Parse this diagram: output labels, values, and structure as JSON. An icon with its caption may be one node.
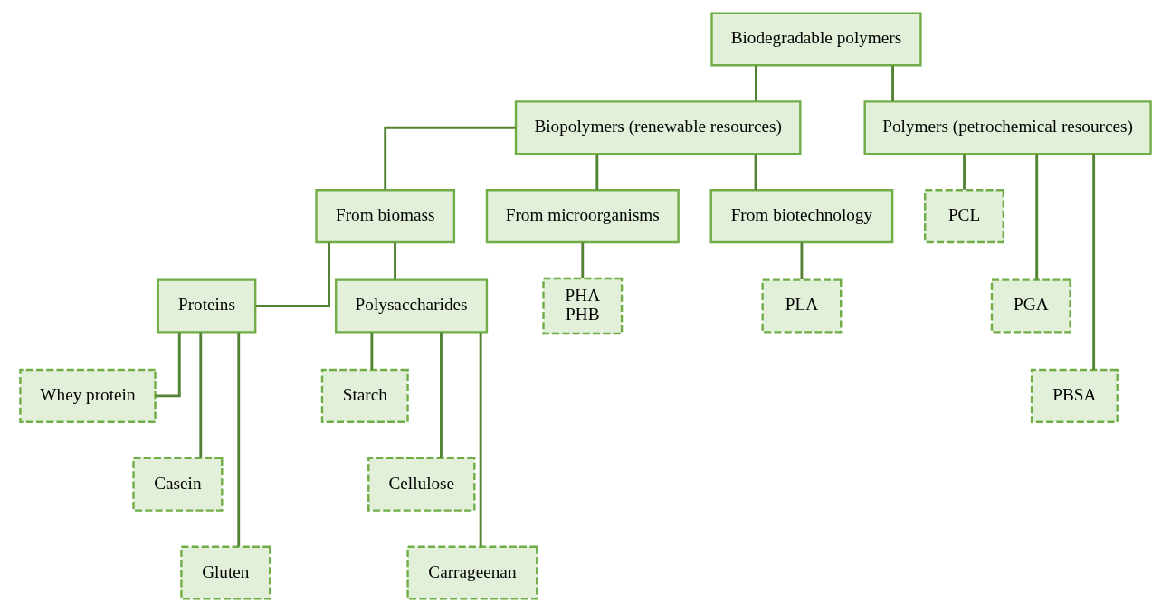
{
  "diagram": {
    "nodes": [
      {
        "text": [
          "Biodegradable polymers"
        ]
      },
      {
        "text": [
          "Biopolymers (renewable resources)"
        ]
      },
      {
        "text": [
          "Polymers (petrochemical resources)"
        ]
      },
      {
        "text": [
          "From biomass"
        ]
      },
      {
        "text": [
          "From microorganisms"
        ]
      },
      {
        "text": [
          "From biotechnology"
        ]
      },
      {
        "text": [
          "Proteins"
        ]
      },
      {
        "text": [
          "Polysaccharides"
        ]
      },
      {
        "text": [
          "PHA",
          "PHB"
        ]
      },
      {
        "text": [
          "PLA"
        ]
      },
      {
        "text": [
          "PCL"
        ]
      },
      {
        "text": [
          "PGA"
        ]
      },
      {
        "text": [
          "PBSA"
        ]
      },
      {
        "text": [
          "Whey protein"
        ]
      },
      {
        "text": [
          "Casein"
        ]
      },
      {
        "text": [
          "Gluten"
        ]
      },
      {
        "text": [
          "Starch"
        ]
      },
      {
        "text": [
          "Cellulose"
        ]
      },
      {
        "text": [
          "Carrageenan"
        ]
      }
    ],
    "edges": [
      {
        "from": 0,
        "to": 1,
        "arrow": "none"
      },
      {
        "from": 0,
        "to": 2,
        "arrow": "none"
      },
      {
        "from": 1,
        "to": 3,
        "arrow": "none"
      },
      {
        "from": 1,
        "to": 4,
        "arrow": "none"
      },
      {
        "from": 1,
        "to": 5,
        "arrow": "none"
      },
      {
        "from": 2,
        "to": 10,
        "arrow": "none"
      },
      {
        "from": 2,
        "to": 11,
        "arrow": "none"
      },
      {
        "from": 2,
        "to": 12,
        "arrow": "none"
      },
      {
        "from": 3,
        "to": 6,
        "arrow": "none"
      },
      {
        "from": 3,
        "to": 7,
        "arrow": "none"
      },
      {
        "from": 4,
        "to": 8,
        "arrow": "none"
      },
      {
        "from": 5,
        "to": 9,
        "arrow": "none"
      },
      {
        "from": 6,
        "to": 13,
        "arrow": "none"
      },
      {
        "from": 6,
        "to": 14,
        "arrow": "none"
      },
      {
        "from": 6,
        "to": 15,
        "arrow": "none"
      },
      {
        "from": 7,
        "to": 16,
        "arrow": "none"
      },
      {
        "from": 7,
        "to": 17,
        "arrow": "none"
      },
      {
        "from": 7,
        "to": 18,
        "arrow": "none"
      }
    ]
  }
}
